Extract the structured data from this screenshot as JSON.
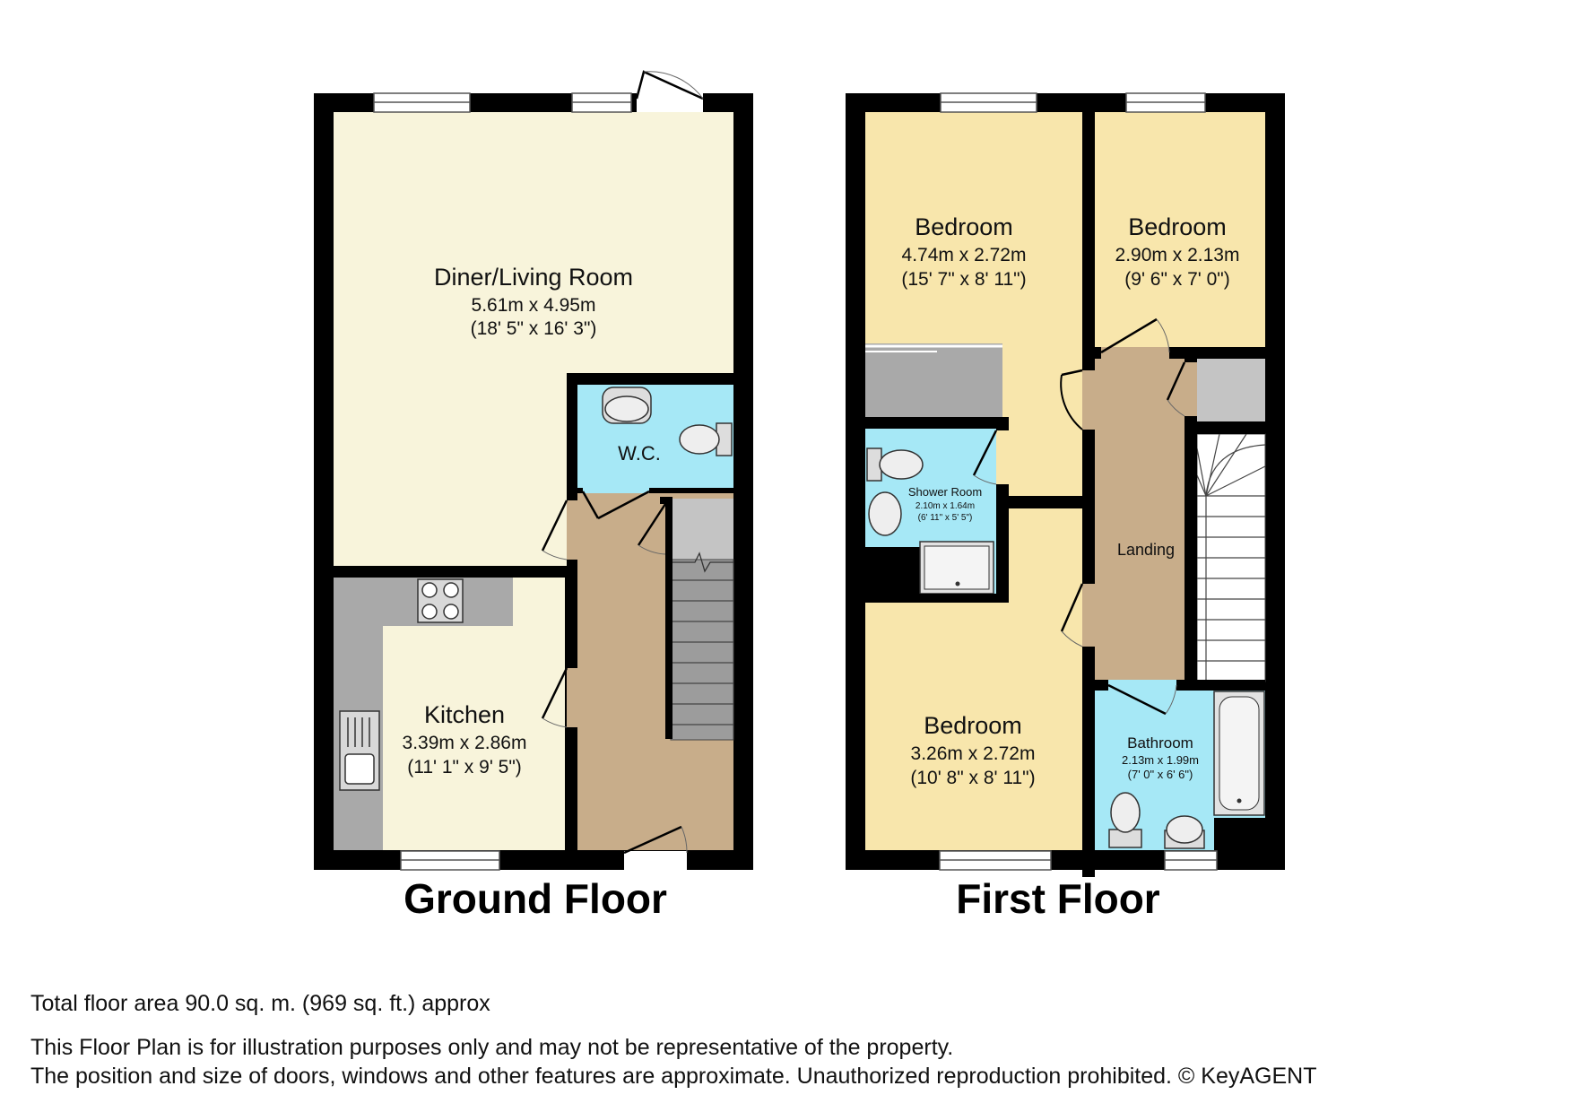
{
  "ground_floor": {
    "title": "Ground Floor",
    "rooms": {
      "diner": {
        "name": "Diner/Living Room",
        "metric": "5.61m x 4.95m",
        "imperial": "(18' 5\" x 16' 3\")"
      },
      "kitchen": {
        "name": "Kitchen",
        "metric": "3.39m x 2.86m",
        "imperial": "(11' 1\" x 9' 5\")"
      },
      "wc": {
        "name": "W.C."
      }
    }
  },
  "first_floor": {
    "title": "First Floor",
    "rooms": {
      "bedroom1": {
        "name": "Bedroom",
        "metric": "4.74m x 2.72m",
        "imperial": "(15' 7\" x 8' 11\")"
      },
      "bedroom2": {
        "name": "Bedroom",
        "metric": "2.90m x 2.13m",
        "imperial": "(9' 6\" x 7' 0\")"
      },
      "bedroom3": {
        "name": "Bedroom",
        "metric": "3.26m x 2.72m",
        "imperial": "(10' 8\" x 8' 11\")"
      },
      "shower": {
        "name": "Shower Room",
        "metric": "2.10m x 1.64m",
        "imperial": "(6' 11\" x 5' 5\")"
      },
      "landing": {
        "name": "Landing"
      },
      "bathroom": {
        "name": "Bathroom",
        "metric": "2.13m x 1.99m",
        "imperial": "(7' 0\" x 6' 6\")"
      }
    }
  },
  "footer": {
    "area": "Total floor area 90.0 sq. m. (969 sq. ft.) approx",
    "disclaimer_line1": "This Floor Plan is for illustration purposes only and may not be representative of the property.",
    "disclaimer_line2": "The position and size of doors, windows and other features are approximate. Unauthorized reproduction prohibited. © KeyAGENT"
  },
  "colors": {
    "wall": "#000000",
    "diner": "#f8f4db",
    "kitchen": "#f8f4db",
    "hall": "#c8ad8a",
    "wc": "#a6e8f6",
    "bedroom": "#f8e6ac",
    "landing": "#c8ad8a",
    "cupboard": "#a9a9a9",
    "stairs": "#9c9c9c"
  }
}
